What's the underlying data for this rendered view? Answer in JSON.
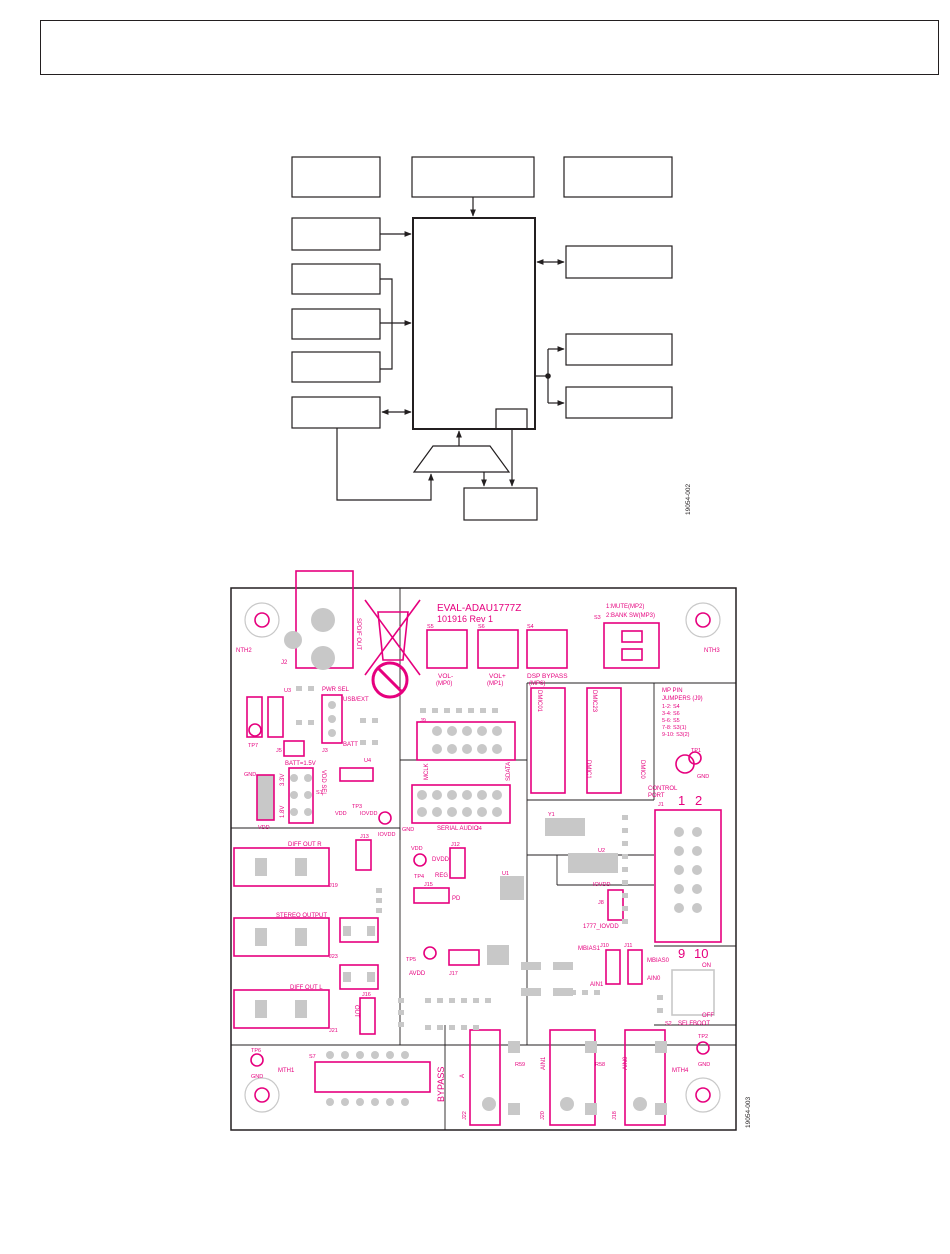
{
  "header": {
    "text": ""
  },
  "figure1": {
    "id": "19054-002"
  },
  "figure2": {
    "id": "19054-003",
    "board": {
      "name": "EVAL-ADAU1777Z",
      "rev": "101916  Rev 1",
      "labels": {
        "mute": "1:MUTE(MP2)",
        "bank": "2:BANK SW(MP3)",
        "s3": "S3",
        "s5": "S5",
        "s6": "S6",
        "s4": "S4",
        "vol_minus": "VOL-",
        "mp0": "(MP0)",
        "vol_plus": "VOL+",
        "mp1": "(MP1)",
        "dsp_bypass": "DSP BYPASS",
        "mp6": "(MP6)",
        "nth2": "NTH2",
        "nth3": "NTH3",
        "mth1": "MTH1",
        "mth4": "MTH4",
        "j2": "J2",
        "spdif": "SPDIF OUT",
        "pwr_sel": "PWR SEL",
        "usb_ext": "USB/EXT",
        "batt": "BATT",
        "batt_15v": "BATT=1.5V",
        "j5": "J5",
        "j3": "J3",
        "tp7": "TP7",
        "gnd": "GND",
        "v33": "3.3V",
        "v18": "1.8V",
        "vdd_sel": "VDD SEL",
        "s1": "S1",
        "vdd": "VDD",
        "tp3": "TP3",
        "iovdd": "IOVDD",
        "mp_pin": "MP PIN",
        "jumpers": "JUMPERS (J9)",
        "jmp1": "1-2: S4",
        "jmp2": "3-4: S6",
        "jmp3": "5-6: S5",
        "jmp4": "7-8: S3(1)",
        "jmp5": "9-10: S3(2)",
        "tp1": "TP1",
        "control": "CONTROL",
        "port": "PORT",
        "j1": "J1",
        "one": "1",
        "two": "2",
        "mclk": "MCLK",
        "sdata": "SDATA",
        "serial_audio": "SERIAL AUDIO",
        "j4": "J4",
        "j9": "J9",
        "dmic": "DMIC",
        "dmic01": "DMIC01",
        "dmic23": "DMIC23",
        "dmic0": "DMIC0",
        "dmic1": "DMIC1",
        "diff_out_r": "DIFF OUT R",
        "stereo_output": "STEREO OUTPUT",
        "diff_out_l": "DIFF OUT L",
        "j19": "J19",
        "j23": "J23",
        "j21": "J21",
        "tp4": "TP4",
        "dvdd": "DVDD",
        "reg": "REG",
        "j12": "J12",
        "j13": "J13",
        "j15": "J15",
        "pd": "PD",
        "out": "OUT",
        "tp5": "TP5",
        "avdd": "AVDD",
        "j16": "J16",
        "j17": "J17",
        "u1": "U1",
        "u2": "U2",
        "u3": "U3",
        "u4": "U4",
        "j8": "J8",
        "v1777": "1777_IOVDD",
        "mbias0": "MBIAS0",
        "mbias1": "MBIAS1",
        "ain0": "AIN0",
        "ain1": "AIN1",
        "j11": "J11",
        "j10": "J10",
        "selfboot": "SELFBOOT",
        "on": "ON",
        "off": "OFF",
        "nine": "9",
        "ten": "10",
        "s2": "S2",
        "tp6": "TP6",
        "tp2": "TP2",
        "s7": "S7",
        "bypass": "BYPASS",
        "a": "A",
        "j22": "J22",
        "j20": "J20",
        "j18": "J18",
        "ain0b": "AIN0",
        "ain1b": "AIN1",
        "r58": "R58",
        "r59": "R59",
        "y1": "Y1"
      }
    }
  }
}
